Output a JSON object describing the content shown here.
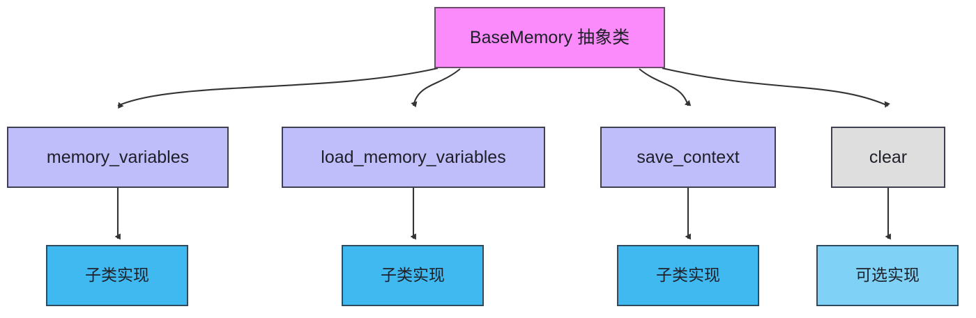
{
  "diagram": {
    "type": "class-hierarchy-flowchart",
    "title_node": {
      "id": "root",
      "label": "BaseMemory 抽象类",
      "fill": "#fb8bfb",
      "stroke": "#6b4a6b"
    },
    "methods": [
      {
        "id": "memory_variables",
        "label": "memory_variables",
        "fill": "#c0bdfb",
        "stroke": "#3f3f52"
      },
      {
        "id": "load_memory_variables",
        "label": "load_memory_variables",
        "fill": "#c0bdfb",
        "stroke": "#3f3f52"
      },
      {
        "id": "save_context",
        "label": "save_context",
        "fill": "#c0bdfb",
        "stroke": "#3f3f52"
      },
      {
        "id": "clear",
        "label": "clear",
        "fill": "#dededf",
        "stroke": "#3f3f52"
      }
    ],
    "implementations": [
      {
        "id": "impl_memory_variables",
        "label": "子类实现",
        "fill": "#3fb9f0",
        "stroke": "#2f4a5c"
      },
      {
        "id": "impl_load_memory_variables",
        "label": "子类实现",
        "fill": "#3fb9f0",
        "stroke": "#2f4a5c"
      },
      {
        "id": "impl_save_context",
        "label": "子类实现",
        "fill": "#3fb9f0",
        "stroke": "#2f4a5c"
      },
      {
        "id": "impl_clear",
        "label": "可选实现",
        "fill": "#7fd2f5",
        "stroke": "#2f4a5c"
      }
    ],
    "edges": [
      {
        "from": "root",
        "to": "memory_variables",
        "style": "curved",
        "arrow": "filled-triangle"
      },
      {
        "from": "root",
        "to": "load_memory_variables",
        "style": "curved",
        "arrow": "filled-triangle"
      },
      {
        "from": "root",
        "to": "save_context",
        "style": "curved",
        "arrow": "filled-triangle"
      },
      {
        "from": "root",
        "to": "clear",
        "style": "curved",
        "arrow": "filled-triangle"
      },
      {
        "from": "memory_variables",
        "to": "impl_memory_variables",
        "style": "straight",
        "arrow": "filled-triangle"
      },
      {
        "from": "load_memory_variables",
        "to": "impl_load_memory_variables",
        "style": "straight",
        "arrow": "filled-triangle"
      },
      {
        "from": "save_context",
        "to": "impl_save_context",
        "style": "straight",
        "arrow": "filled-triangle"
      },
      {
        "from": "clear",
        "to": "impl_clear",
        "style": "straight",
        "arrow": "filled-triangle"
      }
    ],
    "edge_color": "#333333",
    "background": "#ffffff"
  }
}
